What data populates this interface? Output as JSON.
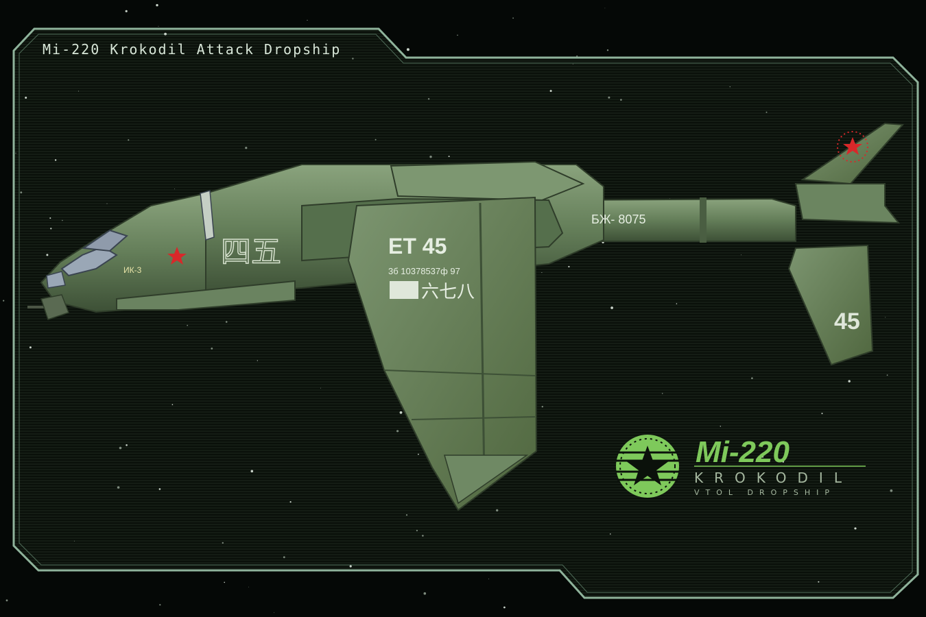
{
  "page": {
    "title": "Mi-220 Krokodil Attack Dropship"
  },
  "markings": {
    "cockpit_code": "ИК-3",
    "side_kanji": "四五",
    "wing_code": "ET 45",
    "wing_serial": "3б 10378537ф 97",
    "wing_kanji": "六七八",
    "boom_serial": "БЖ- 8075",
    "tail_number": "45"
  },
  "logo": {
    "model": "Mi-220",
    "name": "KROKODIL",
    "subtitle": "VTOL DROPSHIP"
  },
  "colors": {
    "background": "#0b110b",
    "frame": "#8fb39b",
    "hull": "#5f7a56",
    "hull_dark": "#3f5339",
    "logo_green": "#7ec95b",
    "star_red": "#d8282a"
  },
  "icons": {
    "logo_emblem": "red-star-roundel-icon",
    "national_star": "star-icon"
  }
}
